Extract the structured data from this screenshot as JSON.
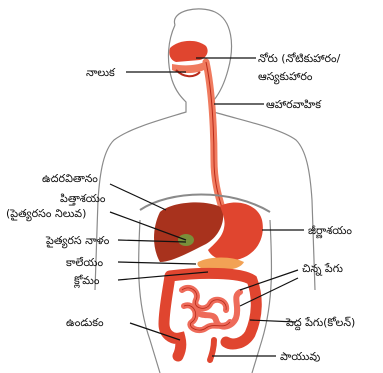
{
  "labels": {
    "mouth": "నోరు (నోటికుహారం/",
    "mouth_line2": "ఆస్యకుహారం",
    "tongue": "నాలుక",
    "esophagus": "ఆహారవాహిక",
    "diaphragm": "ఉదరవితానం",
    "liver": "పిత్తాశయం",
    "liver_line2": "(పైత్యరసం నిలువ)",
    "stomach": "జీర్ణాశయం",
    "bile_duct": "పైత్యరస నాళం",
    "pancreas_liver": "కాలేయం",
    "pancreas": "క్లోమం",
    "small_intestine": "చిన్న పేగు",
    "large_intestine": "పెద్ద పేగు(కోలన్)",
    "appendix": "ఉండుకం",
    "anus": "పాయువు"
  },
  "colors": {
    "outline": "#6b6b6b",
    "organ_red": "#e0452f",
    "organ_dark": "#b82a1a",
    "intestine": "#ee6b5a",
    "liver": "#a8321d",
    "esophagus": "#f07b5f",
    "body_fill": "#f7f2ec"
  }
}
